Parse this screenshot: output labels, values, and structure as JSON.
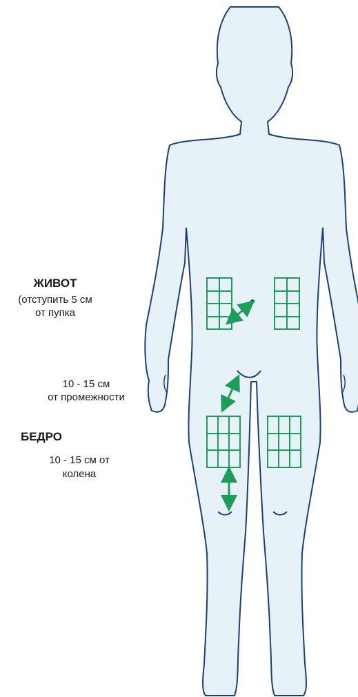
{
  "abdomen": {
    "title": "ЖИВОТ",
    "note_line1": "(отступить 5 см",
    "note_line2": "от пупка"
  },
  "perineum": {
    "line1": "10 - 15 см",
    "line2": "от промежности"
  },
  "thigh": {
    "title": "БЕДРО",
    "line1": "10 - 15 см от",
    "line2": "колена"
  },
  "colors": {
    "body_fill": "#e6f2f7",
    "body_outline": "#1b3f7c",
    "zone": "#1a9e5a"
  },
  "icons": [
    "body-silhouette",
    "injection-zone-grid",
    "double-arrow",
    "navel-dot"
  ]
}
